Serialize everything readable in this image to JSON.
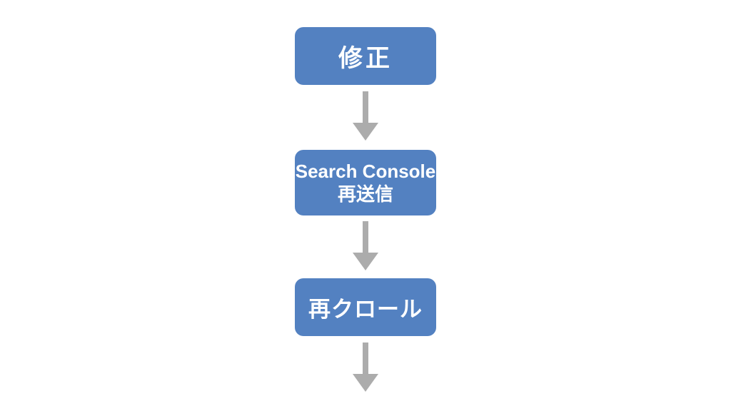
{
  "diagram": {
    "type": "flowchart",
    "direction": "top-to-bottom",
    "background_color": "#ffffff",
    "node_fill_color": "#5381C1",
    "node_text_color": "#ffffff",
    "arrow_color": "#ACACAC",
    "nodes": [
      {
        "id": "fix",
        "lines": [
          "修正"
        ]
      },
      {
        "id": "search-console-resubmit",
        "lines": [
          "Search Console",
          "再送信"
        ]
      },
      {
        "id": "recrawl",
        "lines": [
          "再クロール"
        ]
      }
    ],
    "arrows": [
      {
        "from": "fix",
        "to": "search-console-resubmit",
        "icon": "down-arrow-icon"
      },
      {
        "from": "search-console-resubmit",
        "to": "recrawl",
        "icon": "down-arrow-icon"
      },
      {
        "from": "recrawl",
        "to": "",
        "icon": "down-arrow-icon"
      }
    ]
  }
}
